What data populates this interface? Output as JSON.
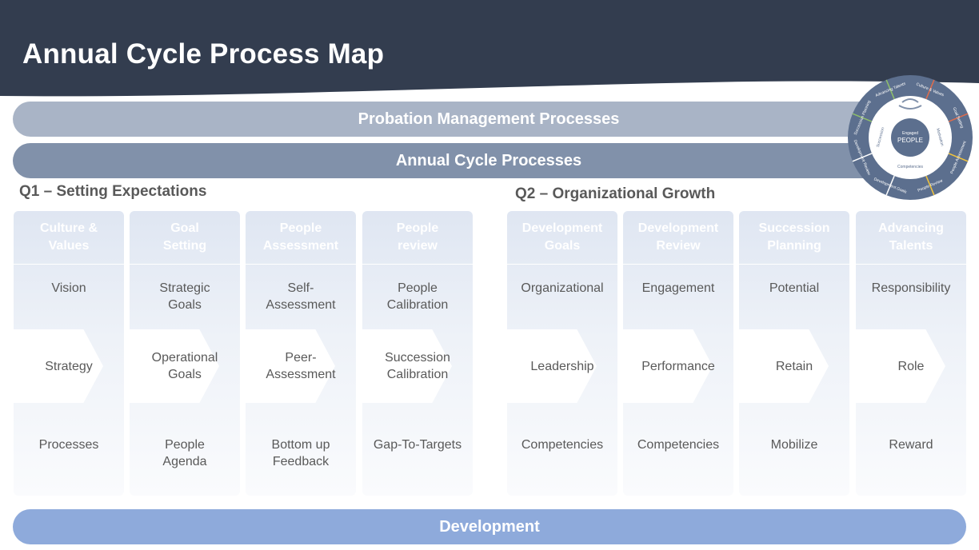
{
  "title": "Annual Cycle Process Map",
  "bands": {
    "probation": "Probation Management Processes",
    "annual": "Annual Cycle Processes",
    "development": "Development"
  },
  "sections": {
    "q1": "Q1 – Setting Expectations",
    "q2": "Q2 – Organizational Growth"
  },
  "columns": [
    {
      "header": "Culture &\nValues",
      "row1": "Vision",
      "row2": "Strategy",
      "row3": "Processes"
    },
    {
      "header": "Goal\nSetting",
      "row1": "Strategic\nGoals",
      "row2": "Operational\nGoals",
      "row3": "People\nAgenda"
    },
    {
      "header": "People\nAssessment",
      "row1": "Self-\nAssessment",
      "row2": "Peer-\nAssessment",
      "row3": "Bottom up\nFeedback"
    },
    {
      "header": "People\nreview",
      "row1": "People\nCalibration",
      "row2": "Succession\nCalibration",
      "row3": "Gap-To-Targets"
    },
    {
      "header": "Development\nGoals",
      "row1": "Organizational",
      "row2": "Leadership",
      "row3": "Competencies"
    },
    {
      "header": "Development\nReview",
      "row1": "Engagement",
      "row2": "Performance",
      "row3": "Competencies"
    },
    {
      "header": "Succession\nPlanning",
      "row1": "Potential",
      "row2": "Retain",
      "row3": "Mobilize"
    },
    {
      "header": "Advancing\nTalents",
      "row1": "Responsibility",
      "row2": "Role",
      "row3": "Reward"
    }
  ],
  "wheel": {
    "center_small": "Engaged",
    "center": "PEOPLE",
    "inner_left": "Succession",
    "inner_right": "Motivation",
    "inner_bottom": "Competencies",
    "segments": [
      "Culture & Values",
      "Goal Setting",
      "People Assessment",
      "People Review",
      "Development Goals",
      "Development Review",
      "Succession Planning",
      "Advancing Talents"
    ]
  },
  "colors": {
    "header": "#333d4f",
    "band_probation": "#a9b4c6",
    "band_annual": "#8191aa",
    "band_development": "#8eaadb",
    "wheel": "#5c6f8e"
  }
}
